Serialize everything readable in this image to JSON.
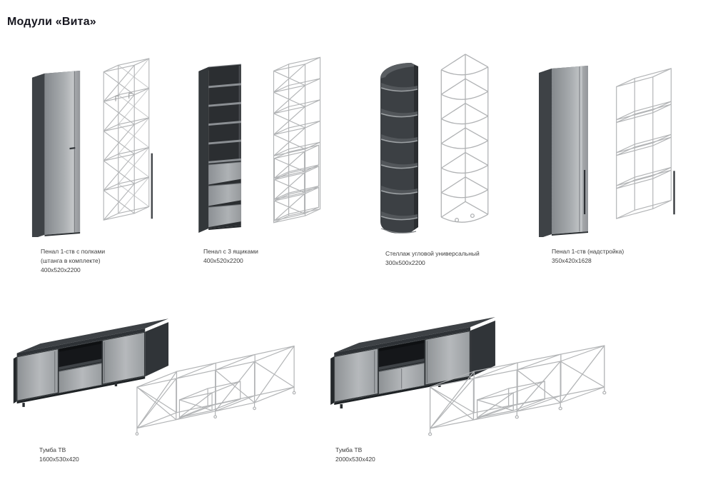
{
  "page": {
    "title": "Модули «Вита»"
  },
  "products": [
    {
      "id": "penal-1stv-polki",
      "line1": "Пенал 1-ств с полками",
      "line2": "(штанга в комплекте)",
      "dims": "400х520х2200"
    },
    {
      "id": "penal-3-yashika",
      "line1": "Пенал с 3 ящиками",
      "line2": "",
      "dims": "400х520х2200"
    },
    {
      "id": "stellazh-uglovoy",
      "line1": "Стеллаж угловой универсальный",
      "line2": "",
      "dims": "300х500х2200"
    },
    {
      "id": "penal-1stv-nadstroyka",
      "line1": "Пенал 1-ств (надстройка)",
      "line2": "",
      "dims": "350х420х1628"
    },
    {
      "id": "tumba-tv-1600",
      "line1": "Тумба ТВ",
      "line2": "",
      "dims": "1600х530х420"
    },
    {
      "id": "tumba-tv-2000",
      "line1": "Тумба ТВ",
      "line2": "",
      "dims": "2000х530х420"
    }
  ],
  "render_colors": {
    "solid_dark": "#3e4246",
    "solid_front": "#a9adb0",
    "wireframe": "#b2b4b6",
    "text": "#3d3d3d"
  }
}
